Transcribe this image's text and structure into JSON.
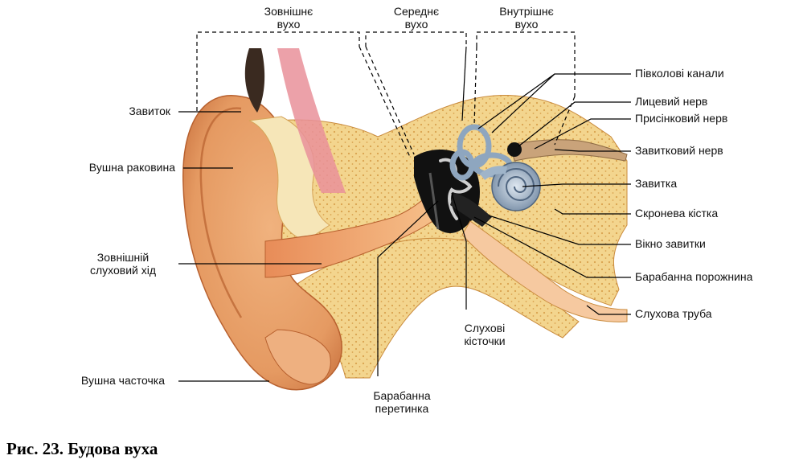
{
  "figure": {
    "caption": "Рис. 23. Будова вуха"
  },
  "sections": {
    "outer": "Зовнішнє\nвухо",
    "middle": "Середнє\nвухо",
    "inner": "Внутрішнє\nвухо"
  },
  "labels_left": {
    "helix": "Завиток",
    "auricle": "Вушна раковина",
    "canal": "Зовнішній\nслуховий хід",
    "lobe": "Вушна часточка"
  },
  "labels_bottom": {
    "eardrum": "Барабанна\nперетинка",
    "ossicles": "Слухові\nкісточки"
  },
  "labels_right": {
    "semicircular": "Півколові канали",
    "facial": "Лицевий нерв",
    "vestibular": "Присінковий нерв",
    "cochlear_nerve": "Завитковий нерв",
    "cochlea": "Завитка",
    "temporal": "Скронева кістка",
    "round_window": "Вікно завитки",
    "tympanic": "Барабанна порожнина",
    "tube": "Слухова труба"
  },
  "colors": {
    "skin": "#e9a26a",
    "skin_dark": "#c8703d",
    "bone": "#f3d58e",
    "bone_dots": "#d9a24e",
    "cartilage": "#f6e6b8",
    "canal": "#f2b27c",
    "cavity": "#111111",
    "cochlea": "#9fb4c9",
    "nerve": "#c9a37a",
    "line": "#000000"
  }
}
